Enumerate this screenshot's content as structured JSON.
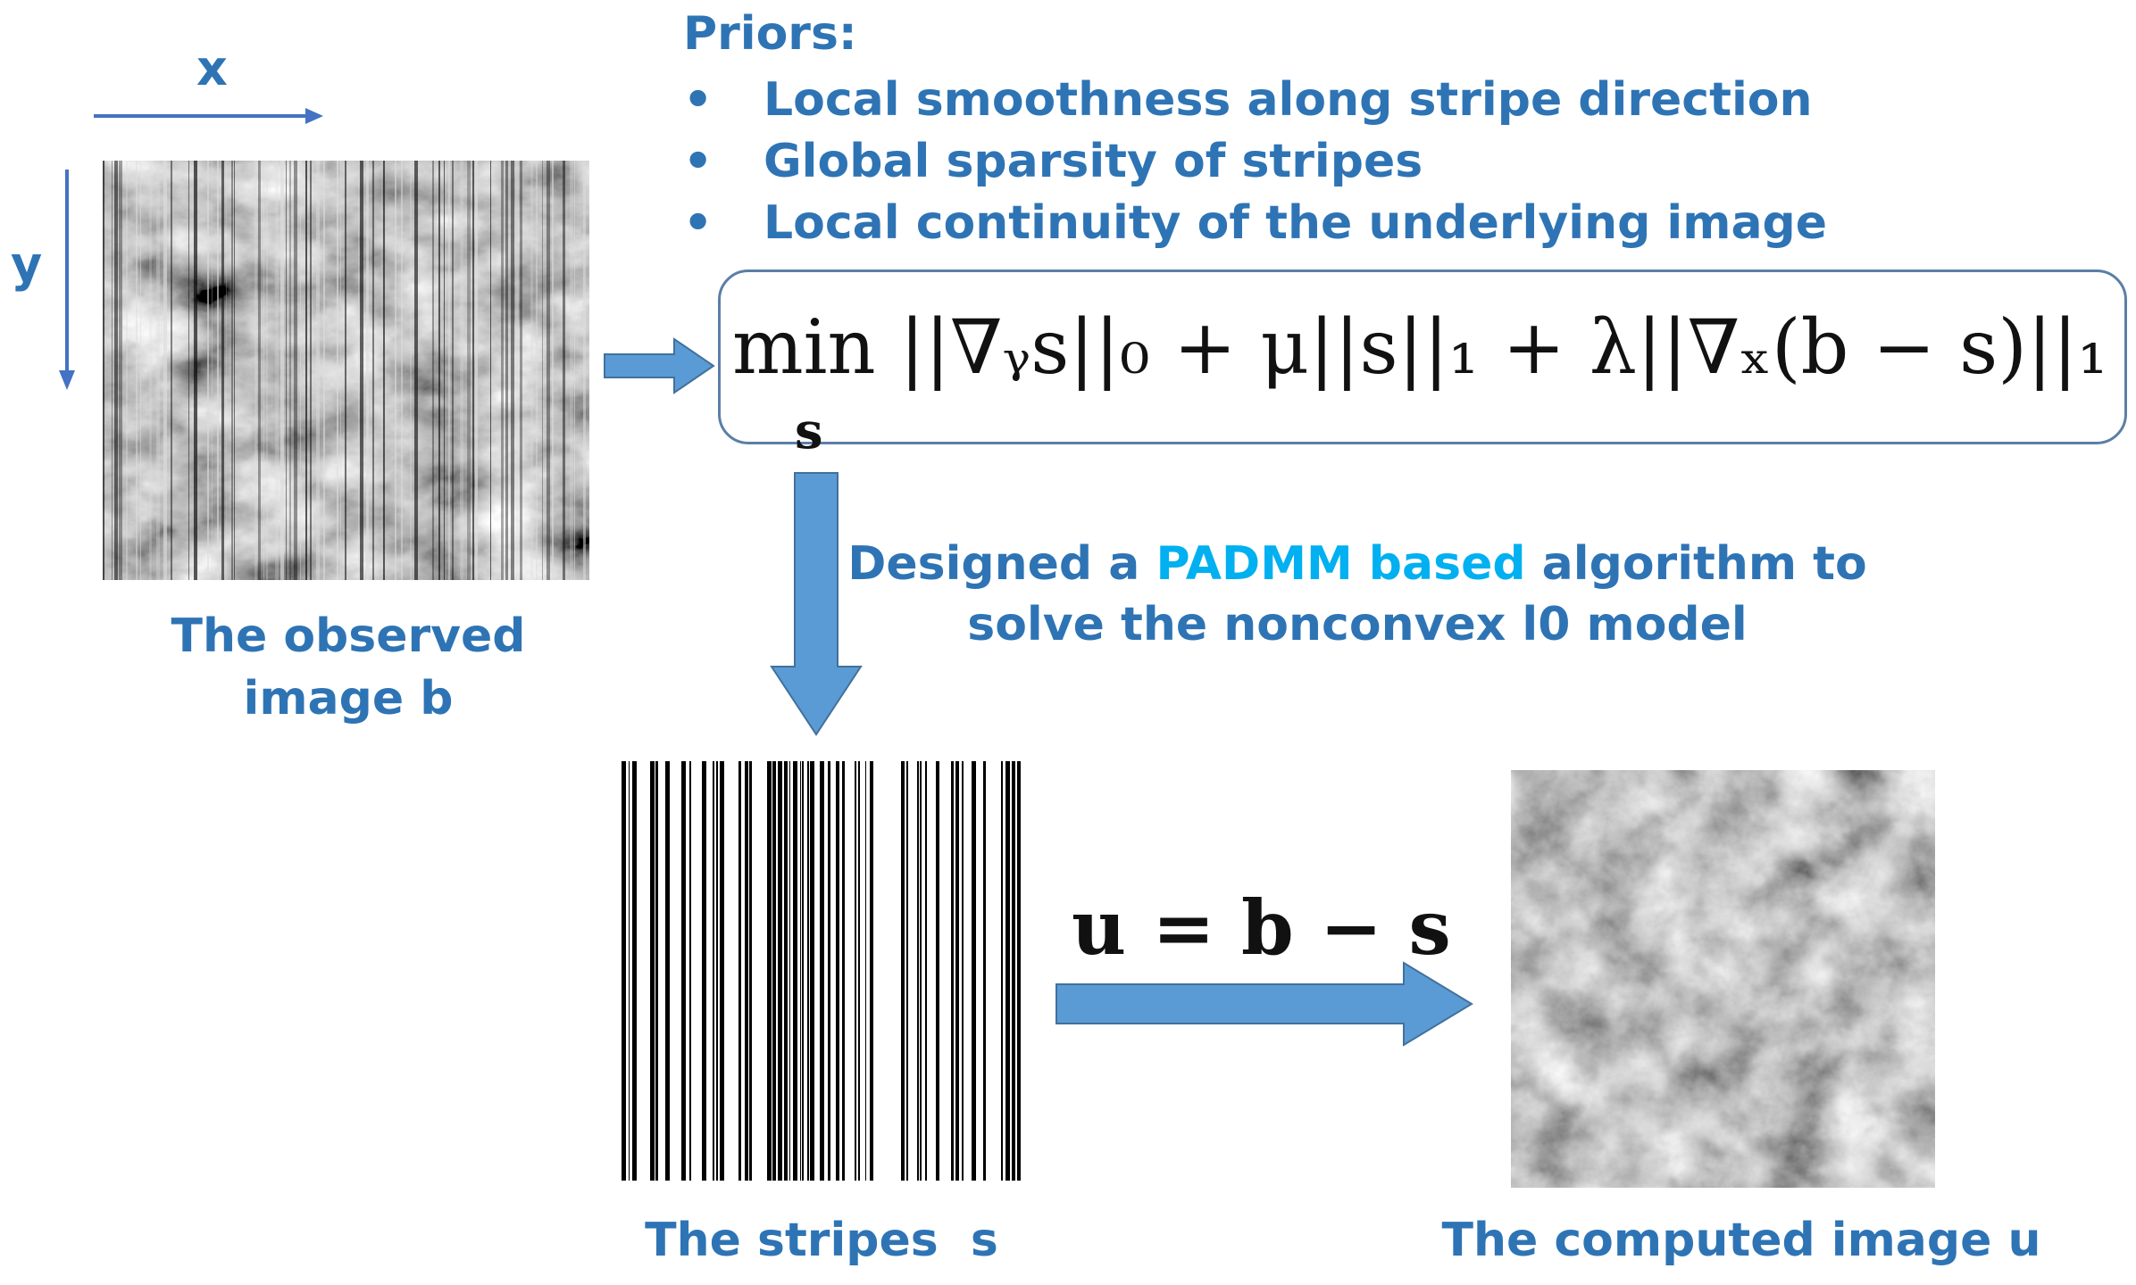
{
  "axes": {
    "x_label": "x",
    "y_label": "y"
  },
  "priors": {
    "title": "Priors:",
    "items": [
      {
        "bullet": "•",
        "text": "Local smoothness along stripe direction"
      },
      {
        "bullet": "•",
        "text": "Global sparsity of stripes"
      },
      {
        "bullet": "•",
        "text": "Local continuity of the underlying image"
      }
    ]
  },
  "formula": {
    "main": "min ||∇ᵧs||₀ + μ||s||₁ + λ||∇ₓ(b − s)||₁",
    "subscript": "s"
  },
  "algorithm": {
    "line1_prefix": "Designed a ",
    "line1_highlight": "PADMM based",
    "line1_suffix": " algorithm to",
    "line2": "solve the nonconvex l0 model"
  },
  "captions": {
    "observed_line1": "The observed",
    "observed_line2": "image b",
    "stripes": "The stripes  s",
    "computed": "The computed image u"
  },
  "equation2": "u = b − s",
  "colors": {
    "label_blue": "#2e74b5",
    "highlight_cyan": "#00b0f0",
    "arrow_blue": "#5b9bd5"
  }
}
